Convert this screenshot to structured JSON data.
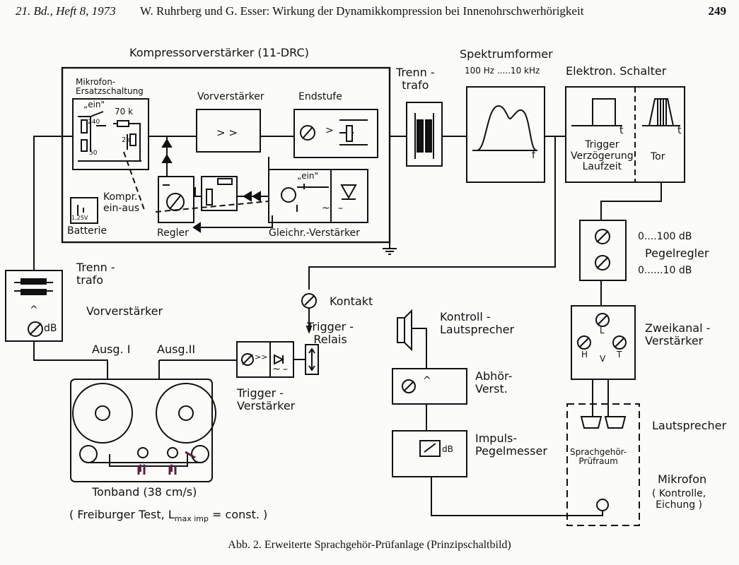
{
  "header": {
    "left": "21. Bd., Heft 8, 1973",
    "middle": "W. Ruhrberg und G. Esser: Wirkung der Dynamikkompression bei Innenohrschwerhörigkeit",
    "page": "249"
  },
  "caption": "Abb. 2. Erweiterte Sprachgehör-Prüfanlage (Prinzipschaltbild)",
  "compressor": {
    "title": "Kompressorverstärker (11-DRC)",
    "mic_sub": "Mikrofon-\nErsatzschaltung",
    "ein": "„ein\"",
    "r70k": "70 k",
    "r240": "240",
    "r50": "50",
    "r2k": "2k",
    "vorverstaerker": "Vorverstärker",
    "vv_symbol": "> >",
    "endstufe": "Endstufe",
    "endstufe_gt": ">",
    "kompr": "Kompr.\nein-aus",
    "batterie": "Batterie",
    "batt_v": "1,25V",
    "regler": "Regler",
    "gleichr": "Gleichr.-Verstärker",
    "ein2": "„ein\"",
    "tilde": "~",
    "minus": "–"
  },
  "trenntrafo_top": "Trenn -\ntrafo",
  "spektrum": {
    "title": "Spektrumformer",
    "range": "100 Hz .....10 kHz",
    "f": "f"
  },
  "schalter": {
    "title": "Elektron. Schalter",
    "t1": "t",
    "t2": "t",
    "left_text": "Trigger\nVerzögerung\nLaufzeit",
    "right_text": "Tor"
  },
  "pegelregler": {
    "label": "Pegelregler",
    "range1": "0....100 dB",
    "range2": "0......10 dB"
  },
  "left_unit": {
    "trenn": "Trenn -\ntrafo",
    "vorverstaerker": "Vorverstärker",
    "caret": "^",
    "db": "dB"
  },
  "kontakt": "Kontakt",
  "trigger_relais": "Trigger -\nRelais",
  "trigger_verstaerker": {
    "label": "Trigger -\nVerstärker",
    "tilde": "~",
    "minus": "–",
    "sym": ">>"
  },
  "ausg1": "Ausg. I",
  "ausg2": "Ausg.II",
  "tonband": {
    "label": "Tonband (38 cm/s)",
    "test_pre": "( Freiburger Test, L",
    "test_sub": "max imp",
    "test_post": " = const. )",
    "mark1": "II",
    "mark2": "I"
  },
  "kontroll": "Kontroll -\nLautsprecher",
  "abhoer": {
    "label": "Abhör-\nVerst.",
    "caret": "^"
  },
  "impuls": {
    "label": "Impuls-\nPegelmesser",
    "db": "dB"
  },
  "zweikanal": {
    "label": "Zweikanal -\nVerstärker",
    "L": "L",
    "H": "H",
    "T": "T",
    "V": "V"
  },
  "lautsprecher": "Lautsprecher",
  "pruefraum": "Sprachgehör-\nPrüfraum",
  "mikrofon": "Mikrofon",
  "mikrofon_sub": "( Kontrolle,\nEichung )"
}
